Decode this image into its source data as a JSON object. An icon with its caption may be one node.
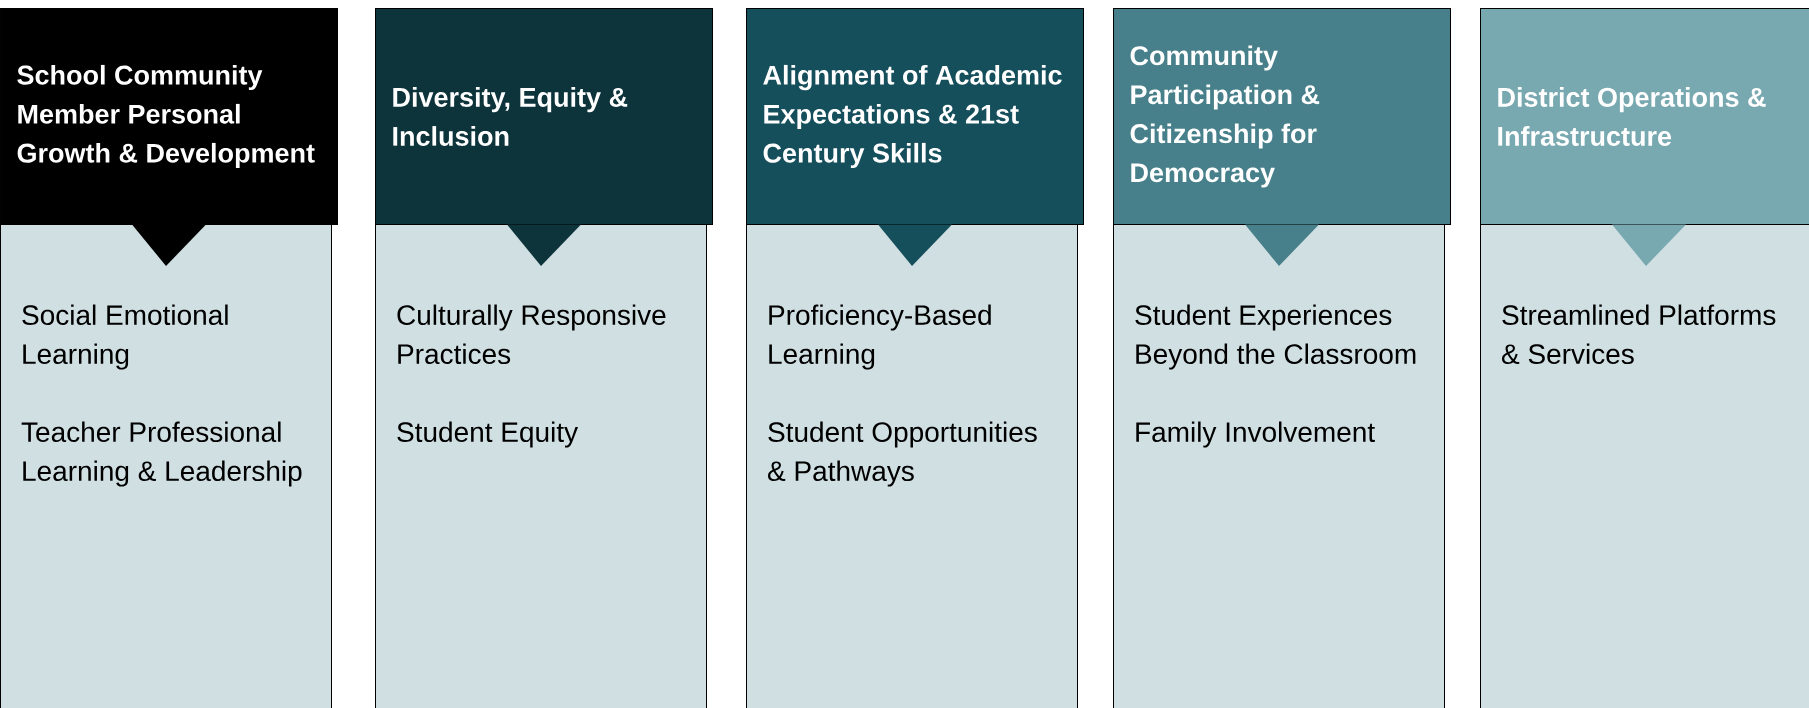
{
  "diagram": {
    "nodes": [
      {
        "text": [
          "School Community Member Personal Growth & Development"
        ]
      },
      {
        "text": [
          "Social Emotional Learning",
          "Teacher Professional Learning & Leadership"
        ]
      },
      {
        "text": [
          "Diversity, Equity & Inclusion"
        ]
      },
      {
        "text": [
          "Culturally Responsive Practices",
          "Student Equity"
        ]
      },
      {
        "text": [
          "Alignment of Academic Expectations & 21st Century Skills"
        ]
      },
      {
        "text": [
          "Proficiency-Based Learning",
          "Student Opportunities & Pathways"
        ]
      },
      {
        "text": [
          "Community Participation & Citizenship for Democracy"
        ]
      },
      {
        "text": [
          "Student Experiences Beyond the Classroom",
          "Family Involvement"
        ]
      },
      {
        "text": [
          "District Operations & Infrastructure"
        ]
      },
      {
        "text": [
          "Streamlined Platforms & Services"
        ]
      }
    ],
    "edges": [
      {
        "from": 0,
        "to": 1,
        "arrow": "to"
      },
      {
        "from": 2,
        "to": 3,
        "arrow": "to"
      },
      {
        "from": 4,
        "to": 5,
        "arrow": "to"
      },
      {
        "from": 6,
        "to": 7,
        "arrow": "to"
      },
      {
        "from": 8,
        "to": 9,
        "arrow": "to"
      }
    ]
  }
}
